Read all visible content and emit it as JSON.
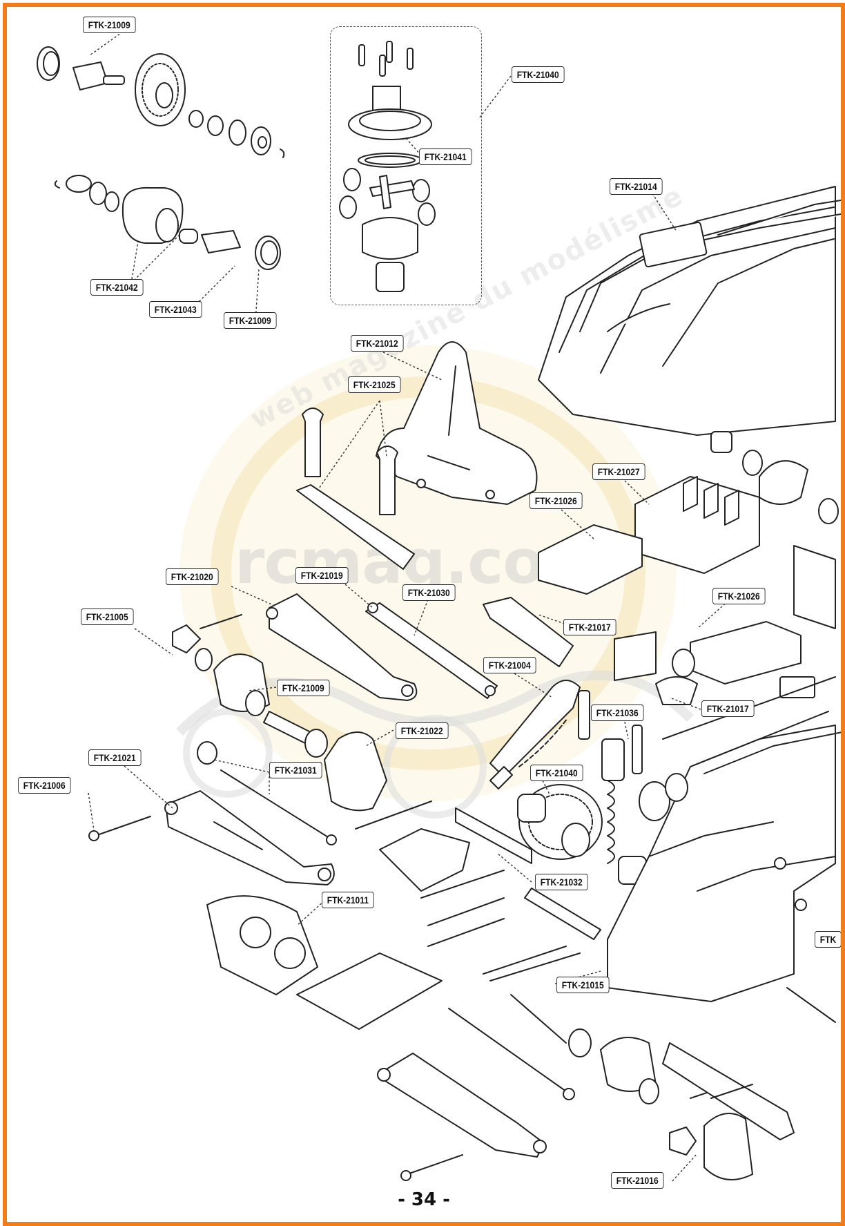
{
  "watermark": {
    "brand": "rcmag.com",
    "tagline": "web magazine du modélisme"
  },
  "page_number": "- 34 -",
  "callouts": {
    "c21009_top": "FTK-21009",
    "c21040_top": "FTK-21040",
    "c21041": "FTK-21041",
    "c21014": "FTK-21014",
    "c21042": "FTK-21042",
    "c21043": "FTK-21043",
    "c21009_mid": "FTK-21009",
    "c21012": "FTK-21012",
    "c21025": "FTK-21025",
    "c21027": "FTK-21027",
    "c21026_a": "FTK-21026",
    "c21020": "FTK-21020",
    "c21019": "FTK-21019",
    "c21030": "FTK-21030",
    "c21026_b": "FTK-21026",
    "c21005": "FTK-21005",
    "c21017_a": "FTK-21017",
    "c21004": "FTK-21004",
    "c21009_low": "FTK-21009",
    "c21017_b": "FTK-21017",
    "c21036": "FTK-21036",
    "c21022": "FTK-21022",
    "c21021": "FTK-21021",
    "c21031": "FTK-21031",
    "c21040_low": "FTK-21040",
    "c21006": "FTK-21006",
    "c21032": "FTK-21032",
    "c21011": "FTK-21011",
    "c21015": "FTK-21015",
    "c21016": "FTK-21016",
    "c_edge": "FTK"
  },
  "colors": {
    "frame": "#ef7d1a",
    "line": "#222222",
    "watermark": "#c9c9c9"
  }
}
